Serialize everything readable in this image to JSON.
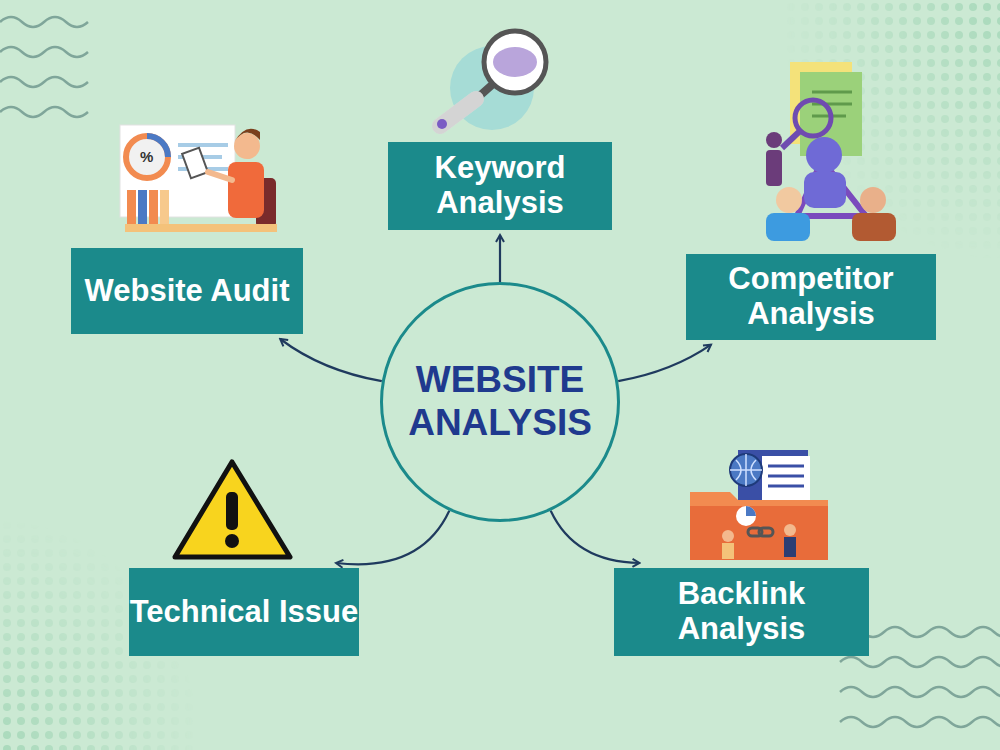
{
  "diagram": {
    "nodes": [
      {
        "text": [
          "Keyword Analysis"
        ]
      },
      {
        "text": [
          "Website Audit"
        ]
      },
      {
        "text": [
          "Competitor Analysis"
        ]
      },
      {
        "text": [
          "WEBSITE ANALYSIS"
        ]
      },
      {
        "text": [
          "Technical Issue"
        ]
      },
      {
        "text": [
          "Backlink Analysis"
        ]
      }
    ],
    "edges": [
      {
        "from": 3,
        "to": 0,
        "arrow": "to"
      },
      {
        "from": 3,
        "to": 1,
        "arrow": "to"
      },
      {
        "from": 3,
        "to": 2,
        "arrow": "to"
      },
      {
        "from": 3,
        "to": 4,
        "arrow": "to"
      },
      {
        "from": 3,
        "to": 5,
        "arrow": "to"
      }
    ],
    "labels": [
      "%"
    ]
  }
}
